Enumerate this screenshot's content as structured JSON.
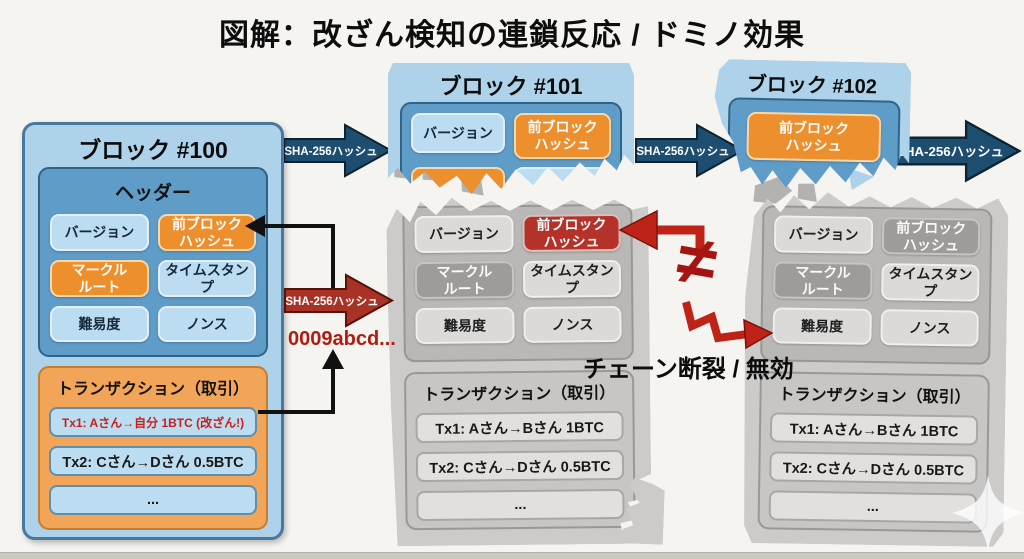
{
  "title": "図解：改ざん検知の連鎖反応 / ドミノ効果",
  "arrows": {
    "sha256": "SHA-256ハッシュ"
  },
  "annotations": {
    "new_hash": "0009abcd...",
    "not_equal": "≠",
    "chain_break": "チェーン断裂 / 無効"
  },
  "section_labels": {
    "header": "ヘッダー",
    "transactions": "トランザクション（取引）",
    "more": "..."
  },
  "cells": {
    "version": "バージョン",
    "prev_hash": "前ブロック\nハッシュ",
    "merkle_root": "マークル\nルート",
    "timestamp": "タイムスタンプ",
    "difficulty": "難易度",
    "nonce": "ノンス"
  },
  "blocks": {
    "block100": {
      "title": "ブロック #100",
      "tx1": "Tx1: Aさん→自分 1BTC (改ざん!)",
      "tx2": "Tx2: Cさん→Dさん 0.5BTC"
    },
    "block101": {
      "title": "ブロック #101",
      "tx1": "Tx1: Aさん→Bさん 1BTC",
      "tx2": "Tx2: Cさん→Dさん 0.5BTC"
    },
    "block102": {
      "title": "ブロック #102",
      "tx1": "Tx1: Aさん→Bさん 1BTC",
      "tx2": "Tx2: Cさん→Dさん 0.5BTC"
    }
  },
  "colors": {
    "block_blue": "#aed2ea",
    "panel_blue": "#5f9cc8",
    "cell_blue": "#bcddf1",
    "orange": "#ee8f2e",
    "tx_panel_orange": "#f2a558",
    "arrow_blue": "#1d4e6f",
    "arrow_red": "#a93226",
    "alert_red": "#b5322a",
    "tamper_text_red": "#c5201d",
    "gray_block": "#cccbc9",
    "gray_cell": "#dbdad8",
    "gray_dark_cell": "#9d9c9a"
  }
}
